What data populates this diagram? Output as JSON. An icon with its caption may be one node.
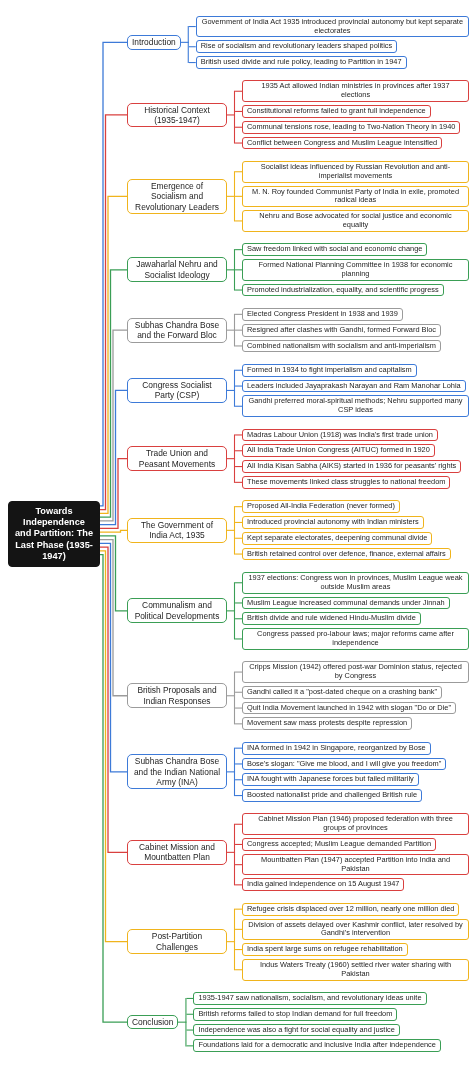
{
  "diagram": {
    "nodes": [
      {
        "text": [
          "Towards Independence and Partition: The Last Phase (1935-1947)"
        ]
      },
      {
        "text": [
          "Introduction"
        ]
      },
      {
        "text": [
          "Government of India Act 1935 introduced provincial autonomy but kept separate electorates"
        ]
      },
      {
        "text": [
          "Rise of socialism and revolutionary leaders shaped politics"
        ]
      },
      {
        "text": [
          "British used divide and rule policy, leading to Partition in 1947"
        ]
      },
      {
        "text": [
          "Historical Context (1935-1947)"
        ]
      },
      {
        "text": [
          "1935 Act allowed Indian ministries in provinces after 1937 elections"
        ]
      },
      {
        "text": [
          "Constitutional reforms failed to grant full independence"
        ]
      },
      {
        "text": [
          "Communal tensions rose, leading to Two-Nation Theory in 1940"
        ]
      },
      {
        "text": [
          "Conflict between Congress and Muslim League intensified"
        ]
      },
      {
        "text": [
          "Emergence of Socialism and Revolutionary Leaders"
        ]
      },
      {
        "text": [
          "Socialist ideas influenced by Russian Revolution and anti-imperialist movements"
        ]
      },
      {
        "text": [
          "M. N. Roy founded Communist Party of India in exile, promoted radical ideas"
        ]
      },
      {
        "text": [
          "Nehru and Bose advocated for social justice and economic equality"
        ]
      },
      {
        "text": [
          "Jawaharlal Nehru and Socialist Ideology"
        ]
      },
      {
        "text": [
          "Saw freedom linked with social and economic change"
        ]
      },
      {
        "text": [
          "Formed National Planning Committee in 1938 for economic planning"
        ]
      },
      {
        "text": [
          "Promoted industrialization, equality, and scientific progress"
        ]
      },
      {
        "text": [
          "Subhas Chandra Bose and the Forward Bloc"
        ]
      },
      {
        "text": [
          "Elected Congress President in 1938 and 1939"
        ]
      },
      {
        "text": [
          "Resigned after clashes with Gandhi, formed Forward Bloc"
        ]
      },
      {
        "text": [
          "Combined nationalism with socialism and anti-imperialism"
        ]
      },
      {
        "text": [
          "Congress Socialist Party (CSP)"
        ]
      },
      {
        "text": [
          "Formed in 1934 to fight imperialism and capitalism"
        ]
      },
      {
        "text": [
          "Leaders included Jayaprakash Narayan and Ram Manohar Lohia"
        ]
      },
      {
        "text": [
          "Gandhi preferred moral-spiritual methods; Nehru supported many CSP ideas"
        ]
      },
      {
        "text": [
          "Trade Union and Peasant Movements"
        ]
      },
      {
        "text": [
          "Madras Labour Union (1918) was India's first trade union"
        ]
      },
      {
        "text": [
          "All India Trade Union Congress (AITUC) formed in 1920"
        ]
      },
      {
        "text": [
          "All India Kisan Sabha (AIKS) started in 1936 for peasants' rights"
        ]
      },
      {
        "text": [
          "These movements linked class struggles to national freedom"
        ]
      },
      {
        "text": [
          "The Government of India Act, 1935"
        ]
      },
      {
        "text": [
          "Proposed All-India Federation (never formed)"
        ]
      },
      {
        "text": [
          "Introduced provincial autonomy with Indian ministers"
        ]
      },
      {
        "text": [
          "Kept separate electorates, deepening communal divide"
        ]
      },
      {
        "text": [
          "British retained control over defence, finance, external affairs"
        ]
      },
      {
        "text": [
          "Communalism and Political Developments"
        ]
      },
      {
        "text": [
          "1937 elections: Congress won in provinces, Muslim League weak outside Muslim areas"
        ]
      },
      {
        "text": [
          "Muslim League increased communal demands under Jinnah"
        ]
      },
      {
        "text": [
          "British divide and rule widened Hindu-Muslim divide"
        ]
      },
      {
        "text": [
          "Congress passed pro-labour laws; major reforms came after independence"
        ]
      },
      {
        "text": [
          "British Proposals and Indian Responses"
        ]
      },
      {
        "text": [
          "Cripps Mission (1942) offered post-war Dominion status, rejected by Congress"
        ]
      },
      {
        "text": [
          "Gandhi called it a \"post-dated cheque on a crashing bank\""
        ]
      },
      {
        "text": [
          "Quit India Movement launched in 1942 with slogan \"Do or Die\""
        ]
      },
      {
        "text": [
          "Movement saw mass protests despite repression"
        ]
      },
      {
        "text": [
          "Subhas Chandra Bose and the Indian National Army (INA)"
        ]
      },
      {
        "text": [
          "INA formed in 1942 in Singapore, reorganized by Bose"
        ]
      },
      {
        "text": [
          "Bose's slogan: \"Give me blood, and I will give you freedom\""
        ]
      },
      {
        "text": [
          "INA fought with Japanese forces but failed militarily"
        ]
      },
      {
        "text": [
          "Boosted nationalist pride and challenged British rule"
        ]
      },
      {
        "text": [
          "Cabinet Mission and Mountbatten Plan"
        ]
      },
      {
        "text": [
          "Cabinet Mission Plan (1946) proposed federation with three groups of provinces"
        ]
      },
      {
        "text": [
          "Congress accepted; Muslim League demanded Partition"
        ]
      },
      {
        "text": [
          "Mountbatten Plan (1947) accepted Partition into India and Pakistan"
        ]
      },
      {
        "text": [
          "India gained independence on 15 August 1947"
        ]
      },
      {
        "text": [
          "Post-Partition Challenges"
        ]
      },
      {
        "text": [
          "Refugee crisis displaced over 12 million, nearly one million died"
        ]
      },
      {
        "text": [
          "Division of assets delayed over Kashmir conflict, later resolved by Gandhi's intervention"
        ]
      },
      {
        "text": [
          "India spent large sums on refugee rehabilitation"
        ]
      },
      {
        "text": [
          "Indus Waters Treaty (1960) settled river water sharing with Pakistan"
        ]
      },
      {
        "text": [
          "Conclusion"
        ]
      },
      {
        "text": [
          "1935-1947 saw nationalism, socialism, and revolutionary ideas unite"
        ]
      },
      {
        "text": [
          "British reforms failed to stop Indian demand for full freedom"
        ]
      },
      {
        "text": [
          "Independence was also a fight for social equality and justice"
        ]
      },
      {
        "text": [
          "Foundations laid for a democratic and inclusive India after independence"
        ]
      }
    ],
    "edges": [
      {
        "from": 0,
        "to": 1,
        "arrow": "none",
        "color": "#3d7ad8"
      },
      {
        "from": 1,
        "to": 2,
        "arrow": "none",
        "color": "#3d7ad8"
      },
      {
        "from": 1,
        "to": 3,
        "arrow": "none",
        "color": "#3d7ad8"
      },
      {
        "from": 1,
        "to": 4,
        "arrow": "none",
        "color": "#3d7ad8"
      },
      {
        "from": 0,
        "to": 5,
        "arrow": "none",
        "color": "#d9403f"
      },
      {
        "from": 5,
        "to": 6,
        "arrow": "none",
        "color": "#d9403f"
      },
      {
        "from": 5,
        "to": 7,
        "arrow": "none",
        "color": "#d9403f"
      },
      {
        "from": 5,
        "to": 8,
        "arrow": "none",
        "color": "#d9403f"
      },
      {
        "from": 5,
        "to": 9,
        "arrow": "none",
        "color": "#d9403f"
      },
      {
        "from": 0,
        "to": 10,
        "arrow": "none",
        "color": "#f0b41c"
      },
      {
        "from": 10,
        "to": 11,
        "arrow": "none",
        "color": "#f0b41c"
      },
      {
        "from": 10,
        "to": 12,
        "arrow": "none",
        "color": "#f0b41c"
      },
      {
        "from": 10,
        "to": 13,
        "arrow": "none",
        "color": "#f0b41c"
      },
      {
        "from": 0,
        "to": 14,
        "arrow": "none",
        "color": "#3a9e55"
      },
      {
        "from": 14,
        "to": 15,
        "arrow": "none",
        "color": "#3a9e55"
      },
      {
        "from": 14,
        "to": 16,
        "arrow": "none",
        "color": "#3a9e55"
      },
      {
        "from": 14,
        "to": 17,
        "arrow": "none",
        "color": "#3a9e55"
      },
      {
        "from": 0,
        "to": 18,
        "arrow": "none",
        "color": "#9b9b9b"
      },
      {
        "from": 18,
        "to": 19,
        "arrow": "none",
        "color": "#9b9b9b"
      },
      {
        "from": 18,
        "to": 20,
        "arrow": "none",
        "color": "#9b9b9b"
      },
      {
        "from": 18,
        "to": 21,
        "arrow": "none",
        "color": "#9b9b9b"
      },
      {
        "from": 0,
        "to": 22,
        "arrow": "none",
        "color": "#3d7ad8"
      },
      {
        "from": 22,
        "to": 23,
        "arrow": "none",
        "color": "#3d7ad8"
      },
      {
        "from": 22,
        "to": 24,
        "arrow": "none",
        "color": "#3d7ad8"
      },
      {
        "from": 22,
        "to": 25,
        "arrow": "none",
        "color": "#3d7ad8"
      },
      {
        "from": 0,
        "to": 26,
        "arrow": "none",
        "color": "#d9403f"
      },
      {
        "from": 26,
        "to": 27,
        "arrow": "none",
        "color": "#d9403f"
      },
      {
        "from": 26,
        "to": 28,
        "arrow": "none",
        "color": "#d9403f"
      },
      {
        "from": 26,
        "to": 29,
        "arrow": "none",
        "color": "#d9403f"
      },
      {
        "from": 26,
        "to": 30,
        "arrow": "none",
        "color": "#d9403f"
      },
      {
        "from": 0,
        "to": 31,
        "arrow": "none",
        "color": "#f0b41c"
      },
      {
        "from": 31,
        "to": 32,
        "arrow": "none",
        "color": "#f0b41c"
      },
      {
        "from": 31,
        "to": 33,
        "arrow": "none",
        "color": "#f0b41c"
      },
      {
        "from": 31,
        "to": 34,
        "arrow": "none",
        "color": "#f0b41c"
      },
      {
        "from": 31,
        "to": 35,
        "arrow": "none",
        "color": "#f0b41c"
      },
      {
        "from": 0,
        "to": 36,
        "arrow": "none",
        "color": "#3a9e55"
      },
      {
        "from": 36,
        "to": 37,
        "arrow": "none",
        "color": "#3a9e55"
      },
      {
        "from": 36,
        "to": 38,
        "arrow": "none",
        "color": "#3a9e55"
      },
      {
        "from": 36,
        "to": 39,
        "arrow": "none",
        "color": "#3a9e55"
      },
      {
        "from": 36,
        "to": 40,
        "arrow": "none",
        "color": "#3a9e55"
      },
      {
        "from": 0,
        "to": 41,
        "arrow": "none",
        "color": "#9b9b9b"
      },
      {
        "from": 41,
        "to": 42,
        "arrow": "none",
        "color": "#9b9b9b"
      },
      {
        "from": 41,
        "to": 43,
        "arrow": "none",
        "color": "#9b9b9b"
      },
      {
        "from": 41,
        "to": 44,
        "arrow": "none",
        "color": "#9b9b9b"
      },
      {
        "from": 41,
        "to": 45,
        "arrow": "none",
        "color": "#9b9b9b"
      },
      {
        "from": 0,
        "to": 46,
        "arrow": "none",
        "color": "#3d7ad8"
      },
      {
        "from": 46,
        "to": 47,
        "arrow": "none",
        "color": "#3d7ad8"
      },
      {
        "from": 46,
        "to": 48,
        "arrow": "none",
        "color": "#3d7ad8"
      },
      {
        "from": 46,
        "to": 49,
        "arrow": "none",
        "color": "#3d7ad8"
      },
      {
        "from": 46,
        "to": 50,
        "arrow": "none",
        "color": "#3d7ad8"
      },
      {
        "from": 0,
        "to": 51,
        "arrow": "none",
        "color": "#d9403f"
      },
      {
        "from": 51,
        "to": 52,
        "arrow": "none",
        "color": "#d9403f"
      },
      {
        "from": 51,
        "to": 53,
        "arrow": "none",
        "color": "#d9403f"
      },
      {
        "from": 51,
        "to": 54,
        "arrow": "none",
        "color": "#d9403f"
      },
      {
        "from": 51,
        "to": 55,
        "arrow": "none",
        "color": "#d9403f"
      },
      {
        "from": 0,
        "to": 56,
        "arrow": "none",
        "color": "#f0b41c"
      },
      {
        "from": 56,
        "to": 57,
        "arrow": "none",
        "color": "#f0b41c"
      },
      {
        "from": 56,
        "to": 58,
        "arrow": "none",
        "color": "#f0b41c"
      },
      {
        "from": 56,
        "to": 59,
        "arrow": "none",
        "color": "#f0b41c"
      },
      {
        "from": 56,
        "to": 60,
        "arrow": "none",
        "color": "#f0b41c"
      },
      {
        "from": 0,
        "to": 61,
        "arrow": "none",
        "color": "#3a9e55"
      },
      {
        "from": 61,
        "to": 62,
        "arrow": "none",
        "color": "#3a9e55"
      },
      {
        "from": 61,
        "to": 63,
        "arrow": "none",
        "color": "#3a9e55"
      },
      {
        "from": 61,
        "to": 64,
        "arrow": "none",
        "color": "#3a9e55"
      },
      {
        "from": 61,
        "to": 65,
        "arrow": "none",
        "color": "#3a9e55"
      }
    ]
  }
}
